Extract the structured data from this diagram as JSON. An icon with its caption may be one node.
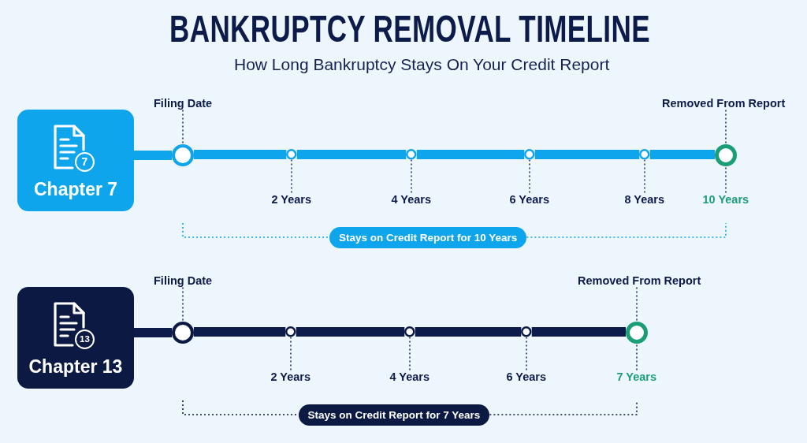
{
  "diagram": {
    "title": "BANKRUPTCY REMOVAL TIMELINE",
    "nodes": [
      {
        "text": [
          "7",
          "Chapter 7"
        ]
      },
      {
        "text": [
          "Filing Date"
        ]
      },
      {
        "text": [
          "Removed From Report"
        ]
      },
      {
        "text": [],
        "shape": "circle"
      },
      {
        "text": [],
        "shape": "circle"
      },
      {
        "text": [],
        "shape": "circle"
      },
      {
        "text": [],
        "shape": "circle"
      },
      {
        "text": [],
        "shape": "circle"
      },
      {
        "text": [],
        "shape": "circle"
      },
      {
        "text": [
          "2 Years"
        ]
      },
      {
        "text": [
          "4 Years"
        ]
      },
      {
        "text": [
          "6 Years"
        ]
      },
      {
        "text": [
          "8 Years"
        ]
      },
      {
        "text": [
          "10 Years"
        ]
      },
      {
        "text": [
          "Stays on Credit Report for 10 Years"
        ]
      },
      {
        "text": [
          "13",
          "Chapter 13"
        ]
      },
      {
        "text": [
          "Filing Date"
        ]
      },
      {
        "text": [
          "Removed From Report"
        ]
      },
      {
        "text": [],
        "shape": "circle"
      },
      {
        "text": [],
        "shape": "circle"
      },
      {
        "text": [],
        "shape": "circle"
      },
      {
        "text": [],
        "shape": "circle"
      },
      {
        "text": [],
        "shape": "circle"
      },
      {
        "text": [
          "2 Years"
        ]
      },
      {
        "text": [
          "4 Years"
        ]
      },
      {
        "text": [
          "6 Years"
        ]
      },
      {
        "text": [
          "7 Years"
        ]
      },
      {
        "text": [
          "Stays on Credit Report for 7 Years"
        ]
      }
    ],
    "edges": [
      {
        "from": 0,
        "to": 3,
        "arrow": "none",
        "style": "thick",
        "color": "#0ea5ec"
      },
      {
        "from": 3,
        "to": 4,
        "arrow": "none",
        "style": "thick",
        "color": "#0ea5ec"
      },
      {
        "from": 4,
        "to": 5,
        "arrow": "none",
        "style": "thick",
        "color": "#0ea5ec"
      },
      {
        "from": 5,
        "to": 6,
        "arrow": "none",
        "style": "thick",
        "color": "#0ea5ec"
      },
      {
        "from": 6,
        "to": 7,
        "arrow": "none",
        "style": "thick",
        "color": "#0ea5ec"
      },
      {
        "from": 7,
        "to": 8,
        "arrow": "none",
        "style": "thick",
        "color": "#0ea5ec"
      },
      {
        "from": 1,
        "to": 3,
        "arrow": "none",
        "style": "dashed"
      },
      {
        "from": 2,
        "to": 8,
        "arrow": "none",
        "style": "dashed"
      },
      {
        "from": 9,
        "to": 4,
        "arrow": "none",
        "style": "dashed"
      },
      {
        "from": 10,
        "to": 5,
        "arrow": "none",
        "style": "dashed"
      },
      {
        "from": 11,
        "to": 6,
        "arrow": "none",
        "style": "dashed"
      },
      {
        "from": 12,
        "to": 7,
        "arrow": "none",
        "style": "dashed"
      },
      {
        "from": 13,
        "to": 8,
        "arrow": "none",
        "style": "dashed"
      },
      {
        "from": 15,
        "to": 18,
        "arrow": "none",
        "style": "thick"
      },
      {
        "from": 18,
        "to": 19,
        "arrow": "none",
        "style": "thick"
      },
      {
        "from": 19,
        "to": 20,
        "arrow": "none",
        "style": "thick"
      },
      {
        "from": 20,
        "to": 21,
        "arrow": "none",
        "style": "thick"
      },
      {
        "from": 21,
        "to": 22,
        "arrow": "none",
        "style": "thick"
      },
      {
        "from": 16,
        "to": 18,
        "arrow": "none",
        "style": "dashed"
      },
      {
        "from": 17,
        "to": 22,
        "arrow": "none",
        "style": "dashed"
      },
      {
        "from": 23,
        "to": 19,
        "arrow": "none",
        "style": "dashed"
      },
      {
        "from": 24,
        "to": 20,
        "arrow": "none",
        "style": "dashed"
      },
      {
        "from": 25,
        "to": 21,
        "arrow": "none",
        "style": "dashed"
      },
      {
        "from": 26,
        "to": 22,
        "arrow": "none",
        "style": "dashed"
      }
    ],
    "labels": [
      "How Long Bankruptcy Stays On Your Credit Report"
    ]
  }
}
